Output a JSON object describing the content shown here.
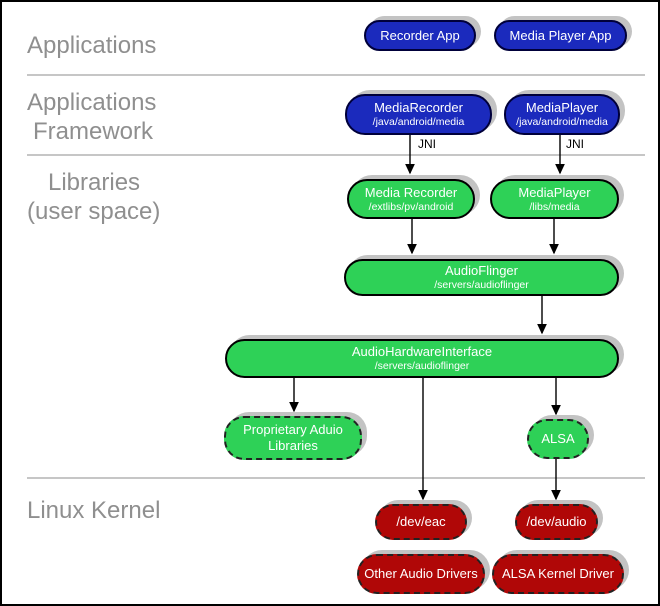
{
  "layers": {
    "applications": "Applications",
    "framework_1": "Applications",
    "framework_2": "Framework",
    "libraries_1": "Libraries",
    "libraries_2": "(user space)",
    "kernel": "Linux Kernel"
  },
  "nodes": {
    "recorder_app": {
      "title": "Recorder App"
    },
    "media_player_app": {
      "title": "Media Player App"
    },
    "media_recorder_fw": {
      "title": "MediaRecorder",
      "subtitle": "/java/android/media"
    },
    "media_player_fw": {
      "title": "MediaPlayer",
      "subtitle": "/java/android/media"
    },
    "media_recorder_lib": {
      "title": "Media Recorder",
      "subtitle": "/extlibs/pv/android"
    },
    "media_player_lib": {
      "title": "MediaPlayer",
      "subtitle": "/libs/media"
    },
    "audioflinger": {
      "title": "AudioFlinger",
      "subtitle": "/servers/audioflinger"
    },
    "audio_hardware_interface": {
      "title": "AudioHardwareInterface",
      "subtitle": "/servers/audioflinger"
    },
    "proprietary_audio_libraries": {
      "title": "Proprietary Aduio Libraries"
    },
    "alsa": {
      "title": "ALSA"
    },
    "dev_eac": {
      "title": "/dev/eac"
    },
    "dev_audio": {
      "title": "/dev/audio"
    },
    "other_audio_drivers": {
      "title": "Other Audio Drivers"
    },
    "alsa_kernel_driver": {
      "title": "ALSA Kernel Driver"
    }
  },
  "annotations": {
    "jni_left": "JNI",
    "jni_right": "JNI"
  },
  "colors": {
    "blue": "#1b2abd",
    "green": "#2ed157",
    "red": "#b00707",
    "shadow": "#c3c3c3",
    "label_gray": "#8f8f8f",
    "line_gray": "#8c8c8c"
  }
}
